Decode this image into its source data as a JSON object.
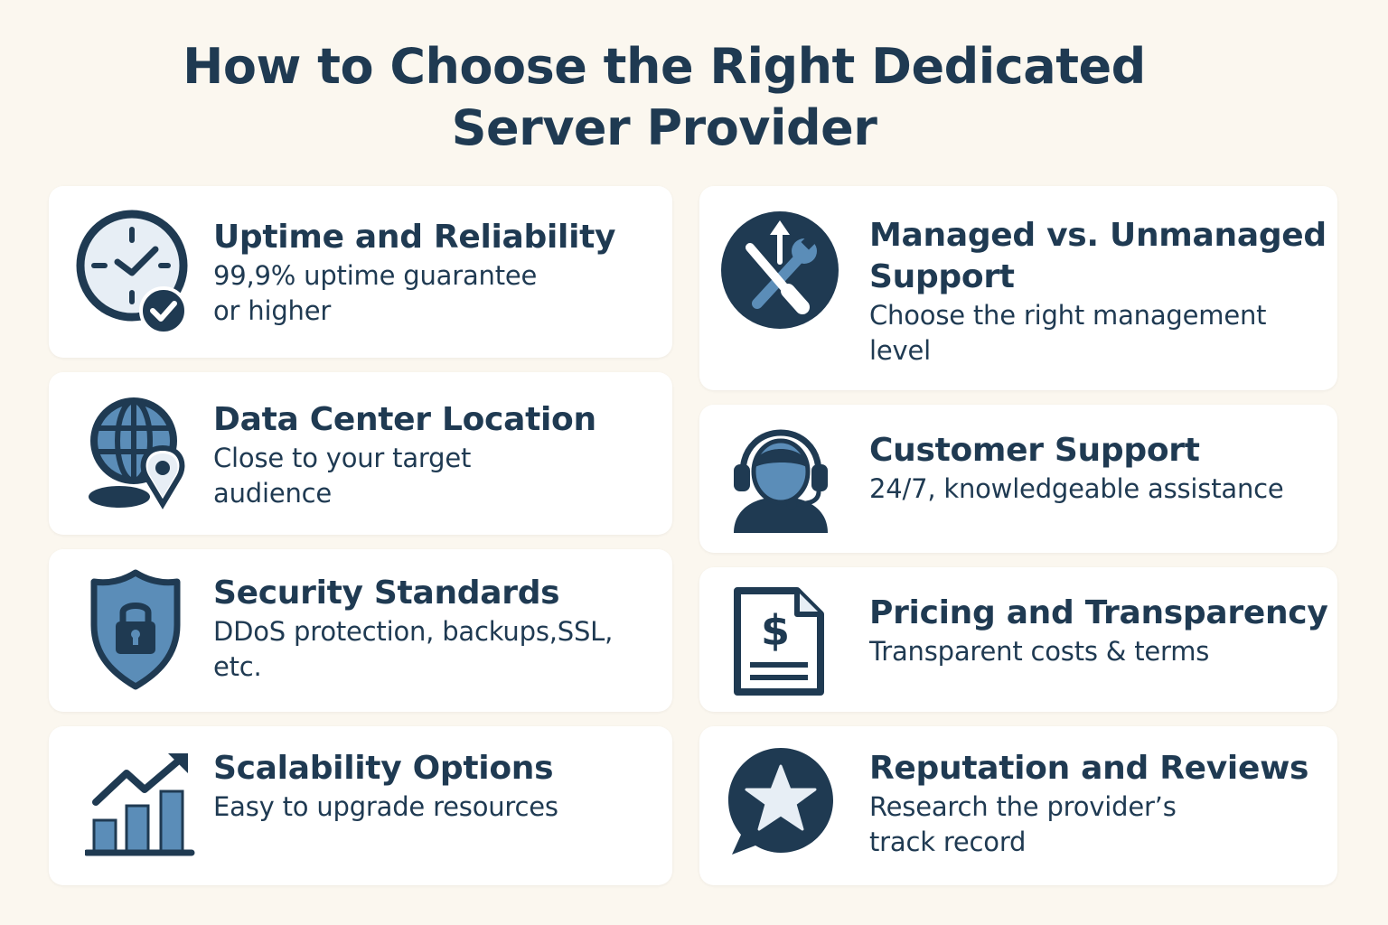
{
  "title": {
    "line1": "How to Choose the Right Dedicated",
    "line2": "Server Provider"
  },
  "colors": {
    "background": "#fbf7ef",
    "card": "#ffffff",
    "navy": "#1f3a52",
    "accent_blue": "#5b8db8",
    "light_blue": "#e7eef5"
  },
  "cards": [
    {
      "icon": "clock-check-icon",
      "heading": "Uptime and Reliability",
      "desc1": "99,9% uptime guarantee",
      "desc2": "or higher"
    },
    {
      "icon": "globe-location-icon",
      "heading": "Data Center Location",
      "desc1": "Close to your target",
      "desc2": "audience"
    },
    {
      "icon": "shield-lock-icon",
      "heading": "Security Standards",
      "desc1": "DDoS protection, backups,SSL,",
      "desc2": "etc."
    },
    {
      "icon": "growth-chart-icon",
      "heading": "Scalability Options",
      "desc1": "Easy to upgrade resources",
      "desc2": ""
    },
    {
      "icon": "tools-icon",
      "heading1": "Managed vs. Unmanaged",
      "heading2": "Support",
      "desc1": "Choose the right management",
      "desc2": "level"
    },
    {
      "icon": "headset-agent-icon",
      "heading": "Customer Support",
      "desc1": "24/7, knowledgeable assistance",
      "desc2": ""
    },
    {
      "icon": "invoice-dollar-icon",
      "heading": "Pricing and Transparency",
      "desc1": "Transparent costs & terms",
      "desc2": ""
    },
    {
      "icon": "star-review-icon",
      "heading": "Reputation and Reviews",
      "desc1": "Research the provider’s",
      "desc2": "track record"
    }
  ]
}
